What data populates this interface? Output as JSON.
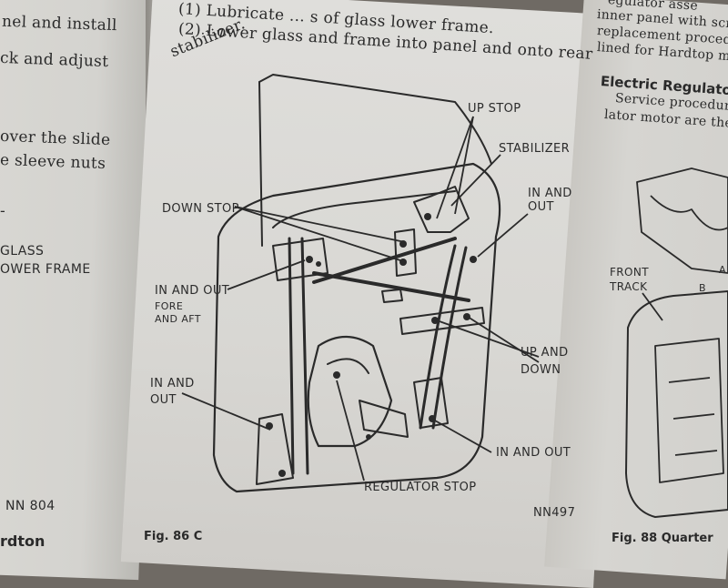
{
  "left_page": {
    "lines": [
      "nel and install",
      "ck and adjust",
      "over the slide",
      "e sleeve nuts",
      "-",
      "GLASS",
      "OWER FRAME",
      "NN 804",
      "rdton"
    ]
  },
  "center_page": {
    "steps": [
      "(1) Lubricate ... s of glass lower frame.",
      "(2) Lower glass and frame into panel and onto rear",
      "stabilizer."
    ],
    "labels": {
      "up_stop": "UP STOP",
      "stabilizer": "STABILIZER",
      "in_out_1a": "IN AND",
      "in_out_1b": "OUT",
      "down_stop": "DOWN STOP",
      "in_out_fore_1": "IN AND OUT",
      "in_out_fore_2": "FORE",
      "in_out_fore_3": "AND AFT",
      "up_down_1": "UP AND",
      "up_down_2": "DOWN",
      "in_out_2a": "IN AND",
      "in_out_2b": "OUT",
      "in_out_3": "IN AND OUT",
      "regulator_stop": "REGULATOR STOP"
    },
    "figure_code": "NN497",
    "caption": "Fig. 86 C"
  },
  "right_page": {
    "lines": [
      "egulator asse",
      "inner panel with scr",
      "replacement procedu",
      "lined for Hardtop mo"
    ],
    "heading": "Electric Regulato",
    "sub1": "Service procedure",
    "sub2": "lator motor are the s",
    "labels": {
      "front": "FRONT",
      "track": "TRACK",
      "b": "B",
      "a": "A"
    },
    "caption": "Fig. 88 Quarter"
  }
}
